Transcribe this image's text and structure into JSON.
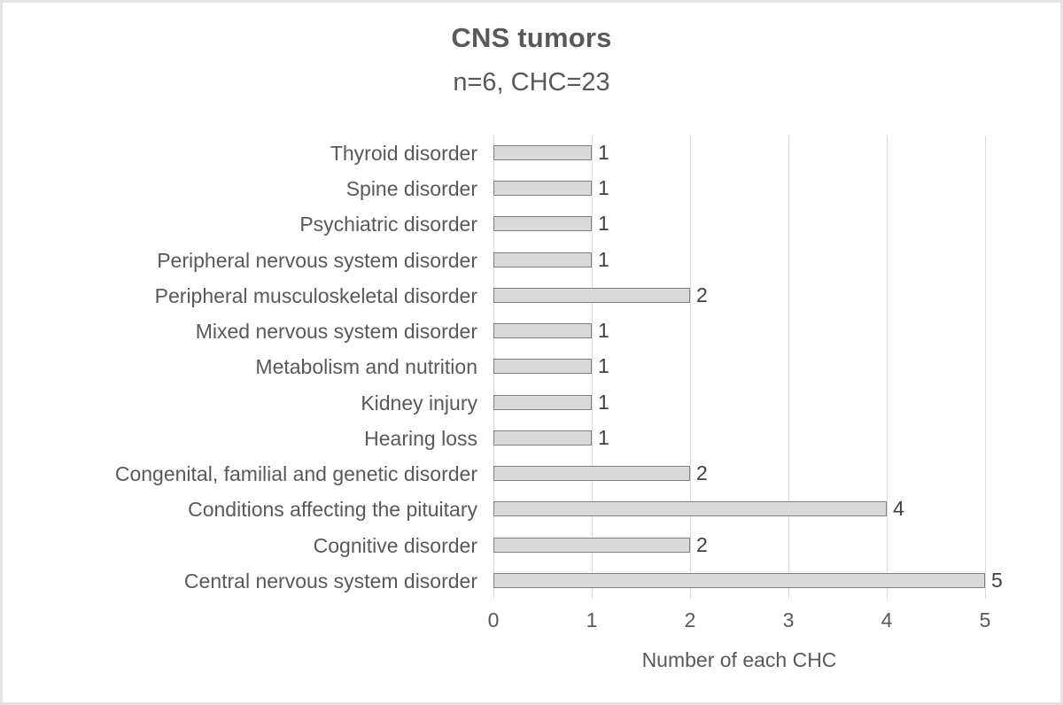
{
  "chart_data": {
    "type": "bar",
    "orientation": "horizontal",
    "title": "CNS tumors",
    "subtitle": "n=6, CHC=23",
    "xlabel": "Number of each CHC",
    "ylabel": "",
    "xlim": [
      0,
      5
    ],
    "xticks": [
      "0",
      "1",
      "2",
      "3",
      "4",
      "5"
    ],
    "grid": "vertical",
    "legend": "none",
    "bar_color": "#d9d9d9",
    "bar_border_color": "#808080",
    "text_color": "#595959",
    "data_label_color": "#404040",
    "categories": [
      "Thyroid disorder",
      "Spine disorder",
      "Psychiatric disorder",
      "Peripheral nervous system disorder",
      "Peripheral musculoskeletal disorder",
      "Mixed nervous system disorder",
      "Metabolism and nutrition",
      "Kidney injury",
      "Hearing loss",
      "Congenital, familial and genetic disorder",
      "Conditions affecting the pituitary",
      "Cognitive disorder",
      "Central nervous system disorder"
    ],
    "values": [
      1,
      1,
      1,
      1,
      2,
      1,
      1,
      1,
      1,
      2,
      4,
      2,
      5
    ],
    "data_labels": [
      "1",
      "1",
      "1",
      "1",
      "2",
      "1",
      "1",
      "1",
      "1",
      "2",
      "4",
      "2",
      "5"
    ]
  }
}
